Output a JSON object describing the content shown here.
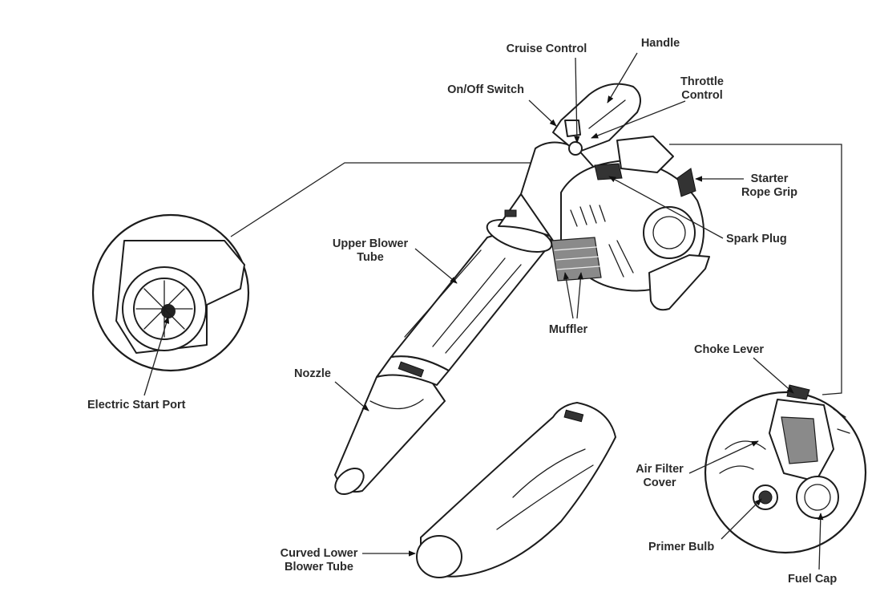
{
  "diagram": {
    "labels": {
      "cruise_control": "Cruise Control",
      "handle": "Handle",
      "on_off_switch": "On/Off Switch",
      "throttle_control": [
        "Throttle",
        "Control"
      ],
      "starter_rope_grip": [
        "Starter",
        "Rope Grip"
      ],
      "spark_plug": "Spark Plug",
      "upper_blower_tube": [
        "Upper Blower",
        "Tube"
      ],
      "muffler": "Muffler",
      "nozzle": "Nozzle",
      "electric_start_port": "Electric Start Port",
      "choke_lever": "Choke Lever",
      "air_filter_cover": [
        "Air Filter",
        "Cover"
      ],
      "primer_bulb": "Primer Bulb",
      "fuel_cap": "Fuel Cap",
      "curved_lower_blower_tube": [
        "Curved Lower",
        "Blower Tube"
      ]
    }
  }
}
